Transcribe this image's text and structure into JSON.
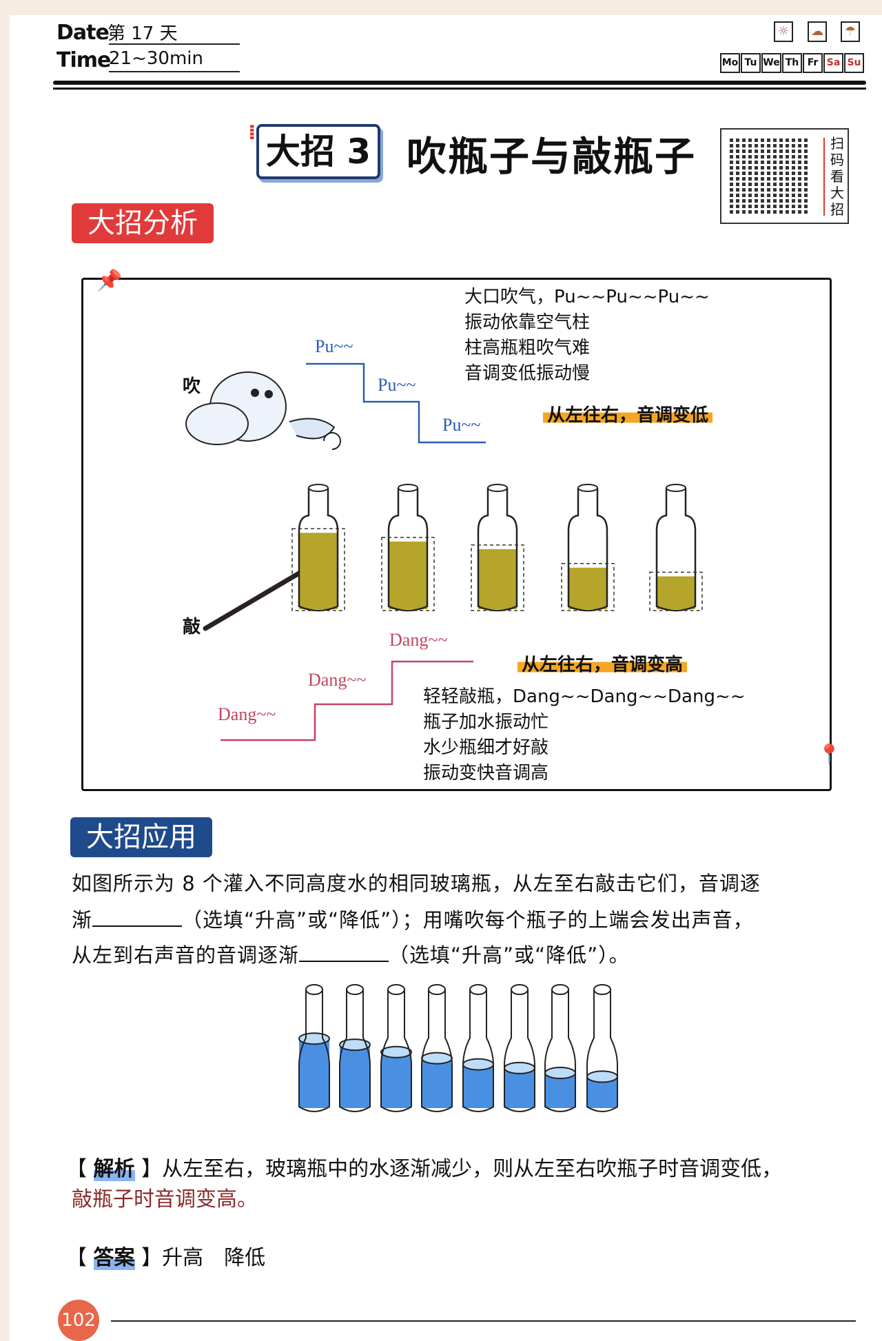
{
  "header": {
    "date_label": "Date",
    "date_value": "第 17 天",
    "time_label": "Time",
    "time_value": "21~30min",
    "days": [
      "Mo",
      "Tu",
      "We",
      "Th",
      "Fr",
      "Sa",
      "Su"
    ],
    "weather_icons": [
      "sun-icon",
      "cloudy-icon",
      "rain-icon"
    ]
  },
  "title": {
    "badge": "大招 3",
    "text": "吹瓶子与敲瓶子"
  },
  "qr": {
    "caption": "扫码看大招"
  },
  "analysis": {
    "heading": "大招分析",
    "blow_label": "吹",
    "tap_label": "敲",
    "blow_lines": [
      "大口吹气，Pu~~Pu~~Pu~~",
      "振动依靠空气柱",
      "柱高瓶粗吹气难",
      "音调变低振动慢"
    ],
    "pu_labels": [
      "Pu~~",
      "Pu~~",
      "Pu~~"
    ],
    "blow_conclusion": "从左往右，音调变低",
    "tap_conclusion": "从左往右，音调变高",
    "dang_labels": [
      "Dang~~",
      "Dang~~",
      "Dang~~"
    ],
    "tap_lines": [
      "轻轻敲瓶，Dang~~Dang~~Dang~~",
      "瓶子加水振动忙",
      "水少瓶细才好敲",
      "振动变快音调高"
    ],
    "bottle_fill_fractions": [
      0.6,
      0.52,
      0.45,
      0.28,
      0.2
    ]
  },
  "application": {
    "heading": "大招应用",
    "q_line1": "如图所示为 8 个灌入不同高度水的相同玻璃瓶，从左至右敲击它们，音调逐",
    "q_line2a": "渐",
    "q_line2b": "（选填“升高”或“降低”）；用嘴吹每个瓶子的上端会发出声音，",
    "q_line3a": "从左到右声音的音调逐渐",
    "q_line3b": "（选填“升高”或“降低”）。",
    "bottle_fill_fractions": [
      0.6,
      0.55,
      0.49,
      0.44,
      0.39,
      0.36,
      0.32,
      0.29
    ]
  },
  "solution": {
    "label": "解析",
    "text1": "从左至右，玻璃瓶中的水逐渐减少，则从左至右吹瓶子时音调变低，",
    "text2": "敲瓶子时音调变高。"
  },
  "answer": {
    "label": "答案",
    "text": "升高　降低"
  },
  "page_number": "102"
}
